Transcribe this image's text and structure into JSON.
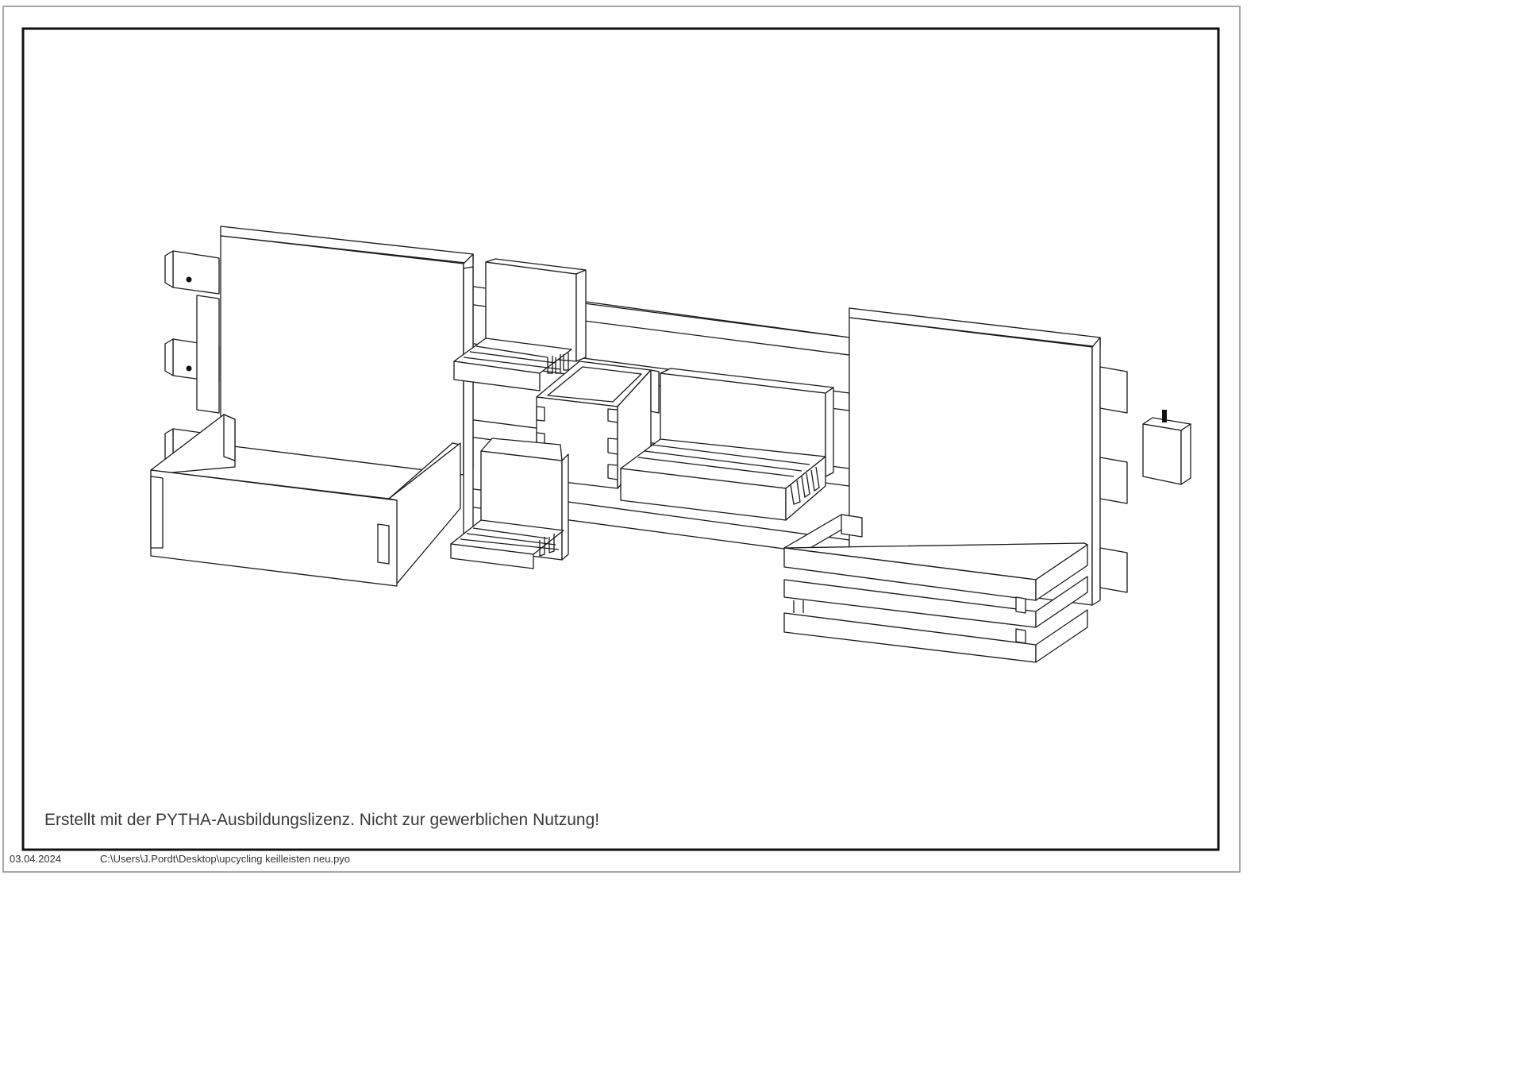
{
  "notice": "Erstellt mit der PYTHA-Ausbildungslizenz. Nicht zur gewerblichen Nutzung!",
  "footer": {
    "date": "03.04.2024",
    "path": "C:\\Users\\J.Pordt\\Desktop\\upcycling keilleisten neu.pyo"
  },
  "colors": {
    "line": "#1a1a1a",
    "paper": "#ffffff",
    "text": "#3a3a3a"
  }
}
